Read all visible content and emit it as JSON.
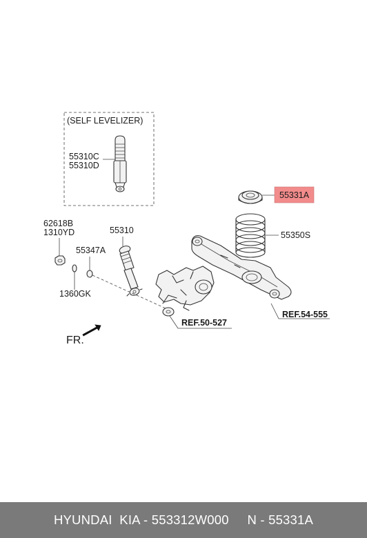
{
  "diagram": {
    "group_title": "(SELF LEVELIZER)",
    "labels": {
      "p55310c": "55310C",
      "p55310d": "55310D",
      "p62618b": "62618B",
      "p1310yd": "1310YD",
      "p55310": "55310",
      "p55347a": "55347A",
      "p1360gk": "1360GK",
      "p55331a": "55331A",
      "p55350s": "55350S",
      "ref_50_527": "REF.50-527",
      "ref_54_555": "REF.54-555",
      "front": "FR."
    },
    "highlight_color": "#f28b8b"
  },
  "footer": {
    "text": "HYUNDAI  KIA - 553312W000     N - 55331A"
  }
}
